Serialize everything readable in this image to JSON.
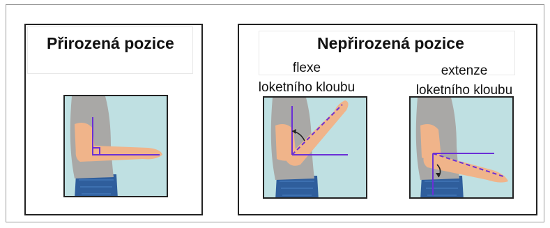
{
  "colors": {
    "background": "#bfe0e2",
    "shirt": "#a9a8a6",
    "skin": "#f0b48a",
    "jeans": "#2f5e9c",
    "line": "#6a2fd6"
  },
  "natural": {
    "title": "Přirozená pozice"
  },
  "unnatural": {
    "title": "Nepřirozená pozice",
    "flexion": {
      "line1": "flexe",
      "line2": "loketního kloubu"
    },
    "extension": {
      "line1": "extenze",
      "line2": "loketního kloubu"
    }
  }
}
